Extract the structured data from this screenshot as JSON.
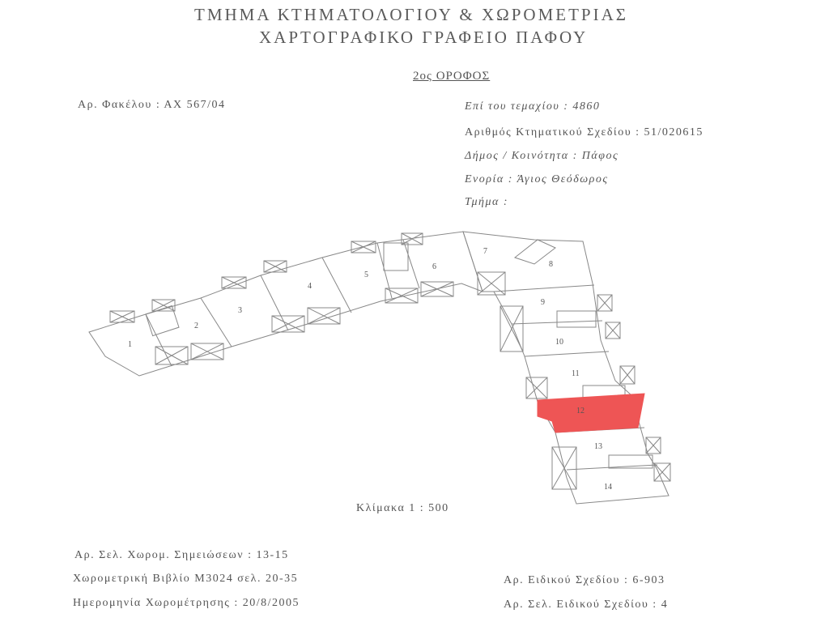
{
  "header": {
    "line1": "ΤΜΗΜΑ ΚΤΗΜΑΤΟΛΟΓΙΟΥ & ΧΩΡΟΜΕΤΡΙΑΣ",
    "line2": "ΧΑΡΤΟΓΡΑΦΙΚΟ ΓΡΑΦΕΙΟ ΠΑΦΟΥ",
    "floor": "2ος ΟΡΟΦΟΣ"
  },
  "info": {
    "file_no": "Αρ. Φακέλου : ΑΧ 567/04",
    "plot": "Επί του τεμαχίου : 4860",
    "cadastral_plan": "Αριθμός Κτηματικού Σχεδίου : 51/020615",
    "municipality": "Δήμος / Κοινότητα : Πάφος",
    "parish": "Ενορία : Άγιος Θεόδωρος",
    "section": "Τμήμα :"
  },
  "plan": {
    "units": [
      "1",
      "2",
      "3",
      "4",
      "5",
      "6",
      "7",
      "8",
      "9",
      "10",
      "11",
      "12",
      "13",
      "14"
    ],
    "highlight_unit": "12",
    "highlight_color": "#ee5555",
    "line_color": "#888888",
    "scale": "Κλίμακα 1 : 500"
  },
  "footer": {
    "survey_notes": "Αρ. Σελ. Χωρομ. Σημειώσεων : 13-15",
    "survey_book": "Χωρομετρική Βιβλίο Μ3024 σελ. 20-35",
    "survey_date": "Ημερομηνία Χωρομέτρησης : 20/8/2005",
    "special_plan": "Αρ. Ειδικού Σχεδίου : 6-903",
    "special_plan_page": "Αρ. Σελ. Ειδικού Σχεδίου : 4"
  }
}
